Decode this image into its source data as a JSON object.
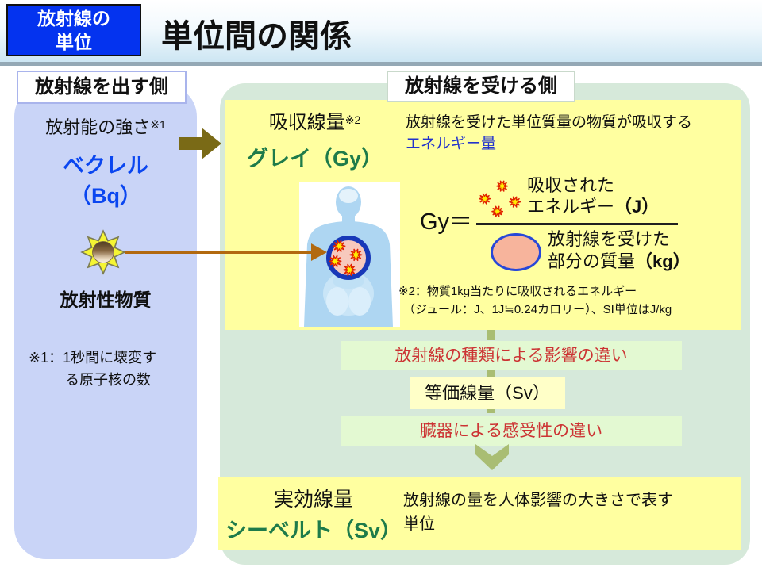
{
  "header": {
    "tag_line1": "放射線の",
    "tag_line2": "単位",
    "title": "単位間の関係"
  },
  "emit_side": {
    "label": "放射線を出す側",
    "quantity": "放射能の強さ",
    "quantity_note_ref": "※1",
    "unit_name": "ベクレル",
    "unit_symbol": "（Bq）",
    "source_caption": "放射性物質",
    "footnote_line1": "※1：1秒間に壊変す",
    "footnote_line2": "る原子核の数"
  },
  "receive_side": {
    "label": "放射線を受ける側",
    "absorbed": {
      "quantity": "吸収線量",
      "quantity_note_ref": "※2",
      "unit": "グレイ（Gy）",
      "desc_black": "放射線を受けた単位質量の物質が吸収する",
      "desc_blue": "エネルギー量",
      "formula": {
        "lhs": "Gy＝",
        "numerator_line1": "吸収された",
        "numerator_line2": "エネルギー",
        "numerator_unit": "（J）",
        "denominator_line1": "放射線を受けた",
        "denominator_line2": "部分の質量",
        "denominator_unit": "（kg）"
      },
      "footnote_line1": "※2：物質1kg当たりに吸収されるエネルギー",
      "footnote_line2": "（ジュール：J、1J≒0.24カロリー）、SI単位はJ/kg"
    },
    "flow": {
      "factor1": "放射線の種類による影響の違い",
      "equivalent_dose": "等価線量（Sv）",
      "factor2": "臓器による感受性の違い"
    },
    "effective": {
      "quantity": "実効線量",
      "unit": "シーベルト（Sv）",
      "desc_line1": "放射線の量を人体影響の大きさで表す",
      "desc_line2": "単位"
    }
  },
  "icons": {
    "radioactive_source": "yellow-star-with-sphere",
    "radiation_burst": "red-yellow-starburst",
    "human_body": "light-blue-torso-silhouette",
    "emit_to_receive_arrow": "dark-olive-right-block-arrow",
    "beam_arrow": "brown-right-arrow-line",
    "flow_arrow": "olive-dashed-line-down-chevron"
  },
  "colors": {
    "header_gradient_bottom": "#cde6f3",
    "tag_box_blue": "#0433ef",
    "emit_panel_blue": "#c9d4f7",
    "receive_panel_mint": "#d6e9da",
    "dose_box_yellow": "#ffffa0",
    "factor_box_green": "#e3f9d2",
    "eqdose_box_yellow": "#ffffc8",
    "unit_text_blue": "#0a46f0",
    "unit_text_green": "#1e7b4a",
    "factor_text_red": "#cc3333",
    "desc_text_blue": "#2233cc",
    "block_arrow_olive": "#7a6a16",
    "beam_brown": "#b2690f",
    "flow_olive": "#a9bd73",
    "ellipse_pink": "#f7b49c"
  }
}
